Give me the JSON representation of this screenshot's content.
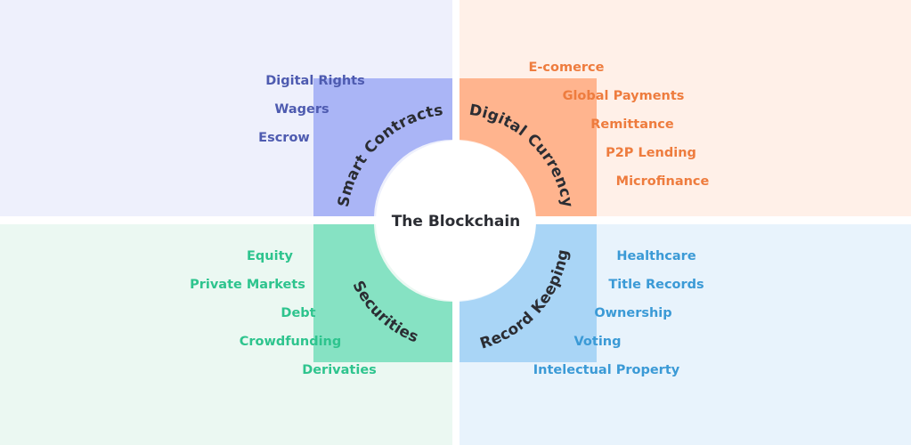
{
  "center": {
    "label": "The Blockchain"
  },
  "quadrants": {
    "top_left": {
      "segment": "Smart Contracts",
      "segment_color": "#aab5f6",
      "bg_color": "#eef0fc",
      "text_color": "#4e5bb0",
      "items": [
        "Digital Rights",
        "Wagers",
        "Escrow"
      ]
    },
    "top_right": {
      "segment": "Digital Currency",
      "segment_color": "#ffb48e",
      "bg_color": "#fff0e8",
      "text_color": "#ee7c3e",
      "items": [
        "E-comerce",
        "Global Payments",
        "Remittance",
        "P2P Lending",
        "Microfinance"
      ]
    },
    "bottom_left": {
      "segment": "Securities",
      "segment_color": "#86e2c3",
      "bg_color": "#ebf8f2",
      "text_color": "#2ec48e",
      "items": [
        "Equity",
        "Private Markets",
        "Debt",
        "Crowdfunding",
        "Derivaties"
      ]
    },
    "bottom_right": {
      "segment": "Record Keeping",
      "segment_color": "#a9d5f6",
      "bg_color": "#e8f3fc",
      "text_color": "#3b9ad6",
      "items": [
        "Healthcare",
        "Title Records",
        "Ownership",
        "Voting",
        "Intelectual Property"
      ]
    }
  }
}
